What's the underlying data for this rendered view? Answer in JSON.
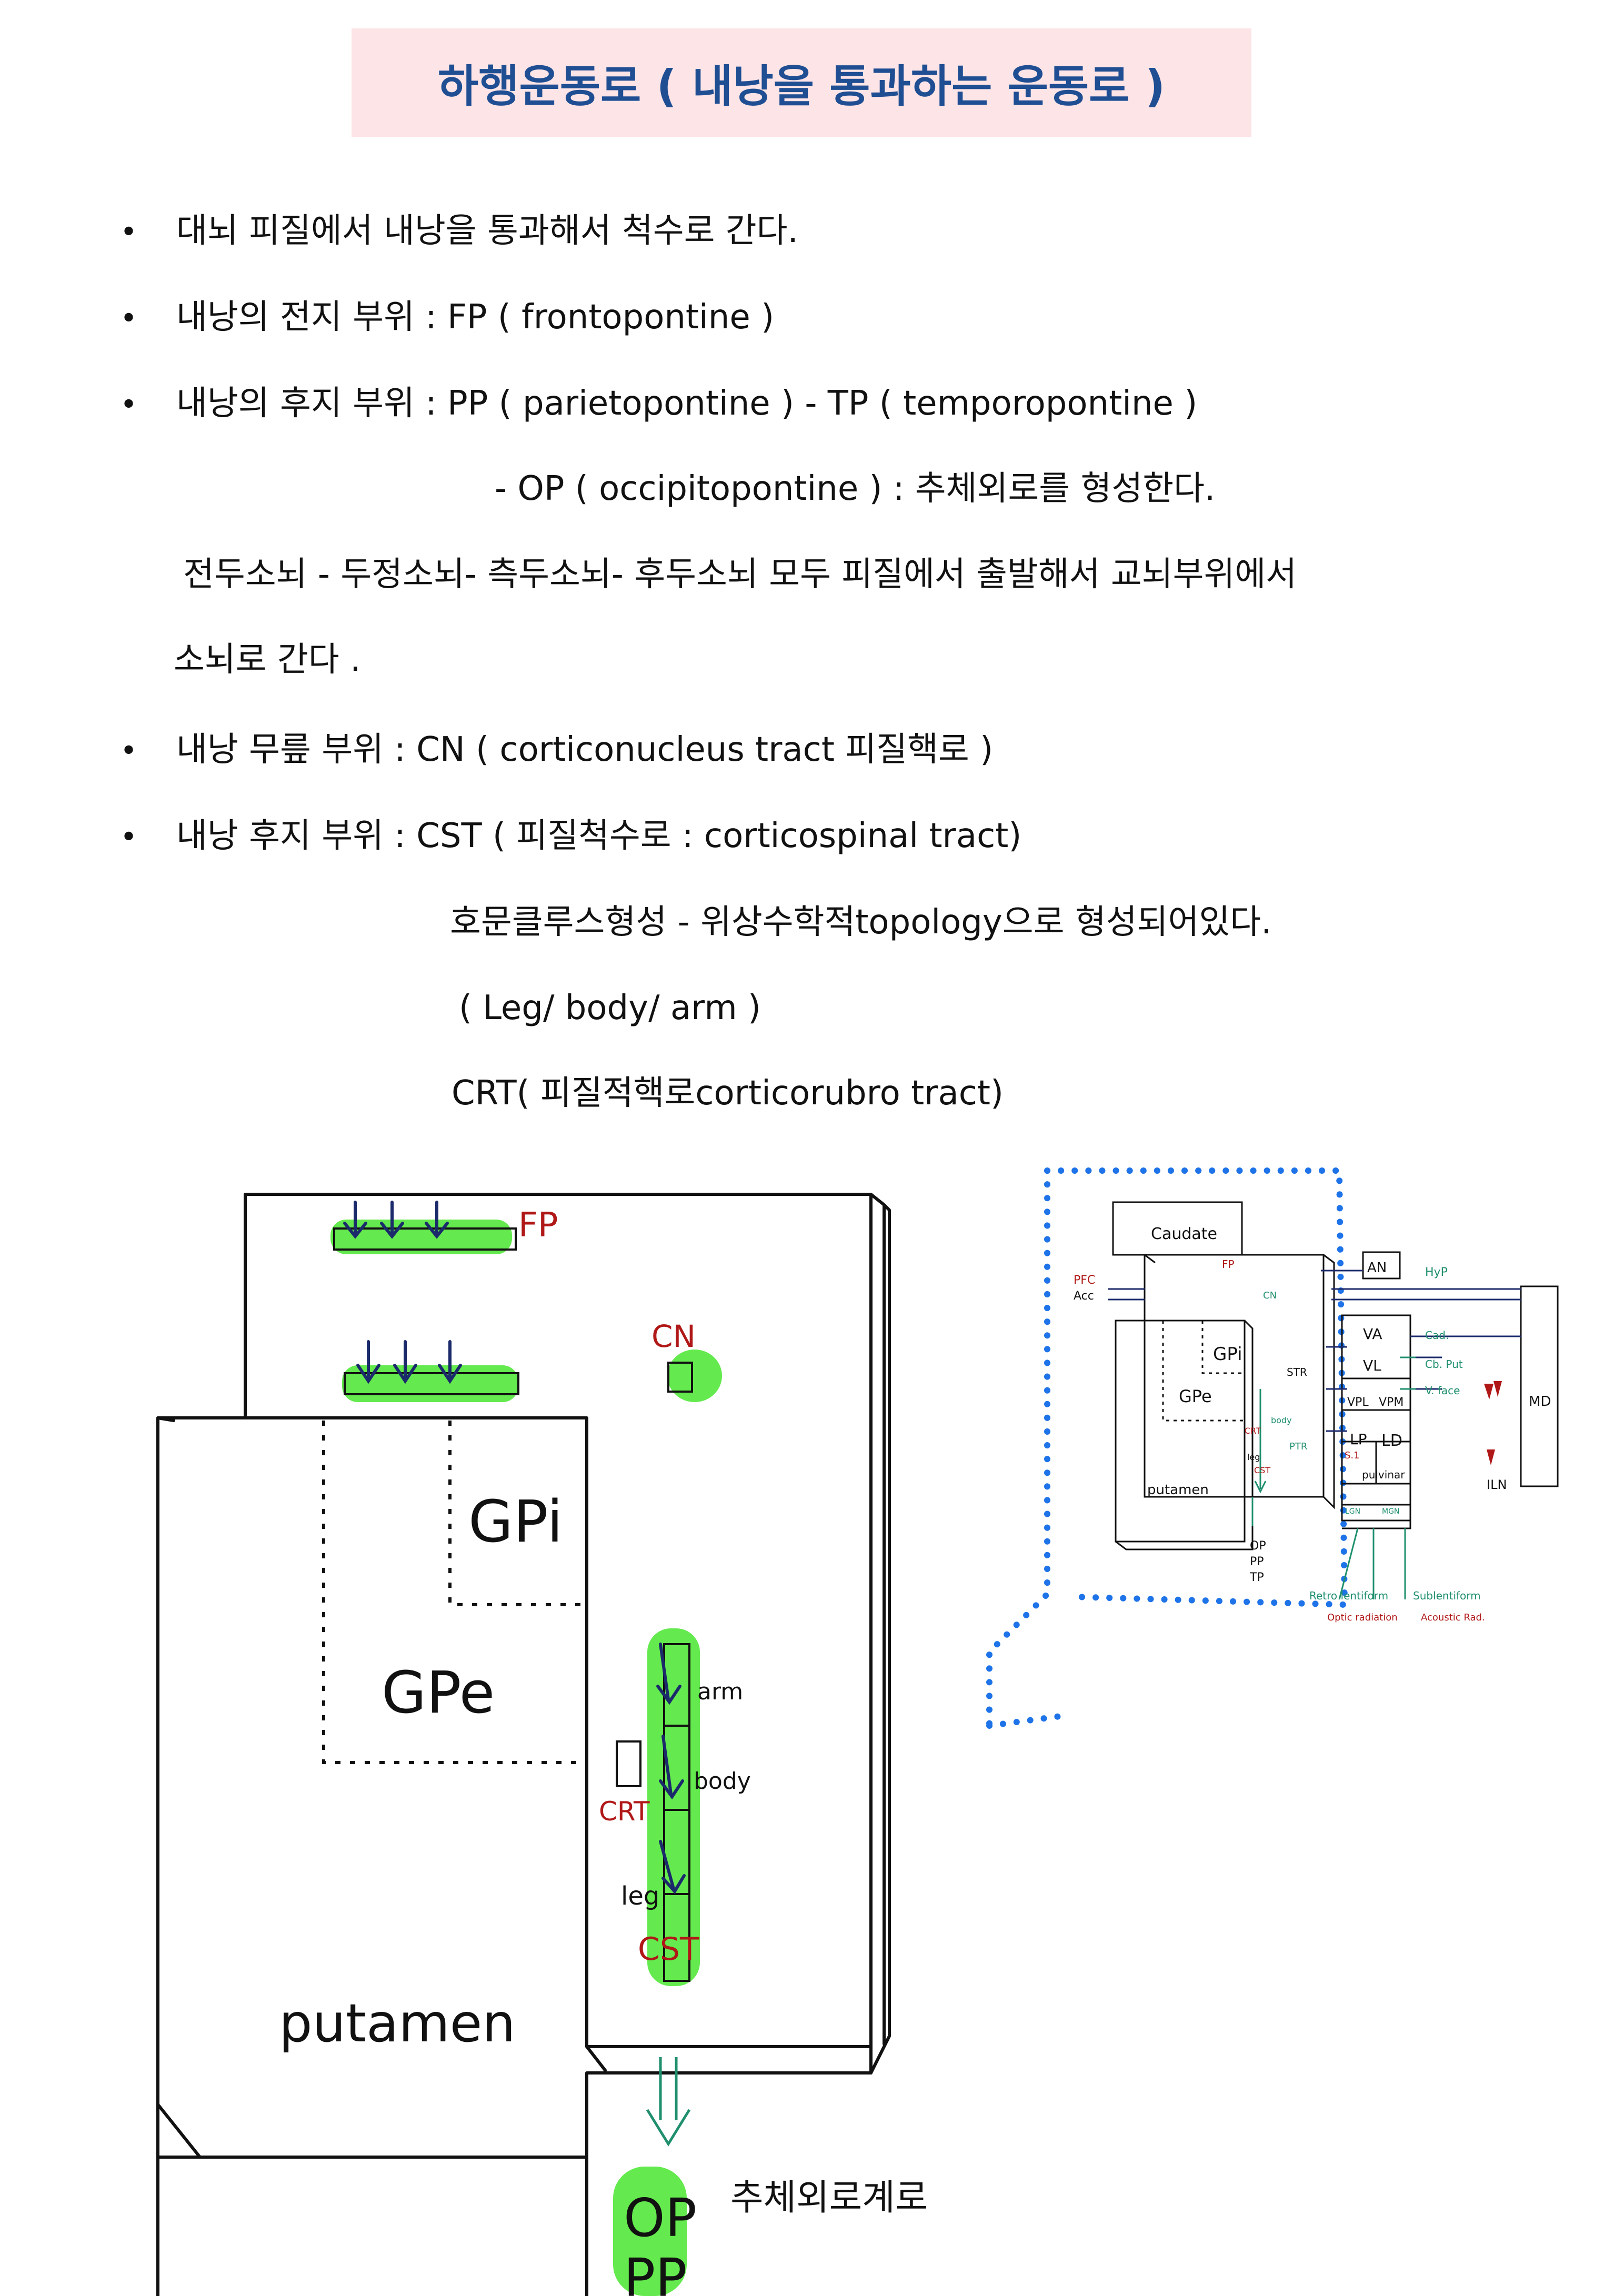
{
  "title": "하행운동로 ( 내낭을 통과하는 운동로 )",
  "lines": [
    "대뇌 피질에서 내낭을 통과해서 척수로 간다.",
    "내낭의 전지 부위 :  FP ( frontopontine )",
    "내낭의 후지 부위  : PP ( parietopontine ) - TP ( temporopontine )",
    "-  OP ( occipitopontine )  : 추체외로를 형성한다.",
    "전두소뇌 -  두정소뇌-  측두소뇌- 후두소뇌 모두 피질에서 출발해서 교뇌부위에서",
    "소뇌로 간다 .",
    "내낭 무릎 부위 : CN ( corticonucleus tract 피질핵로  )",
    "내낭 후지 부위 :  CST ( 피질척수로 : corticospinal tract)",
    "호문클루스형성 - 위상수학적topology으로 형성되어있다.",
    "( Leg/ body/ arm )",
    "CRT( 피질적핵로corticorubro tract)"
  ],
  "bullet_char": "•",
  "diagram_large": {
    "fp": "FP",
    "cn": "CN",
    "gpi": "GPi",
    "gpe": "GPe",
    "putamen": "putamen",
    "arm": "arm",
    "body": "body",
    "crt": "CRT",
    "leg": "leg",
    "cst": "CST",
    "op": "OP",
    "pp": "PP",
    "caption": "추체외로계로"
  },
  "diagram_small": {
    "caudate": "Caudate",
    "pfc": "PFC",
    "acc": "Acc",
    "fp": "FP",
    "cn": "CN",
    "gpi": "GPi",
    "gpe": "GPe",
    "putamen": "putamen",
    "str": "STR",
    "ptr": "PTR",
    "crt": "CRT",
    "body": "body",
    "leg": "leg",
    "cst": "CST",
    "an": "AN",
    "hyp": "HyP",
    "va": "VA",
    "vl": "VL",
    "vpl": "VPL",
    "vpm": "VPM",
    "lp": "LP",
    "ld": "LD",
    "pulvinar": "pulvinar",
    "cad": "Cad.",
    "cb_put": "Cb. Put",
    "v_face": "V. face",
    "md": "MD",
    "iln": "ILN",
    "lgn": "LGN",
    "mgn": "MGN",
    "s1": "S.1",
    "op": "OP",
    "pp": "PP",
    "tp": "TP",
    "retro": "Retro lentiform",
    "sub": "Sublentiform",
    "optic": "Optic radiation",
    "acoustic": "Acoustic Rad."
  },
  "colors": {
    "title_bg": "#fde4e6",
    "title_text": "#1f4e93",
    "highlight": "#49e62f",
    "arrow": "#1b2a6b",
    "red_label": "#b01818",
    "dotted": "#1e73e8",
    "teal": "#1f8f6e"
  }
}
